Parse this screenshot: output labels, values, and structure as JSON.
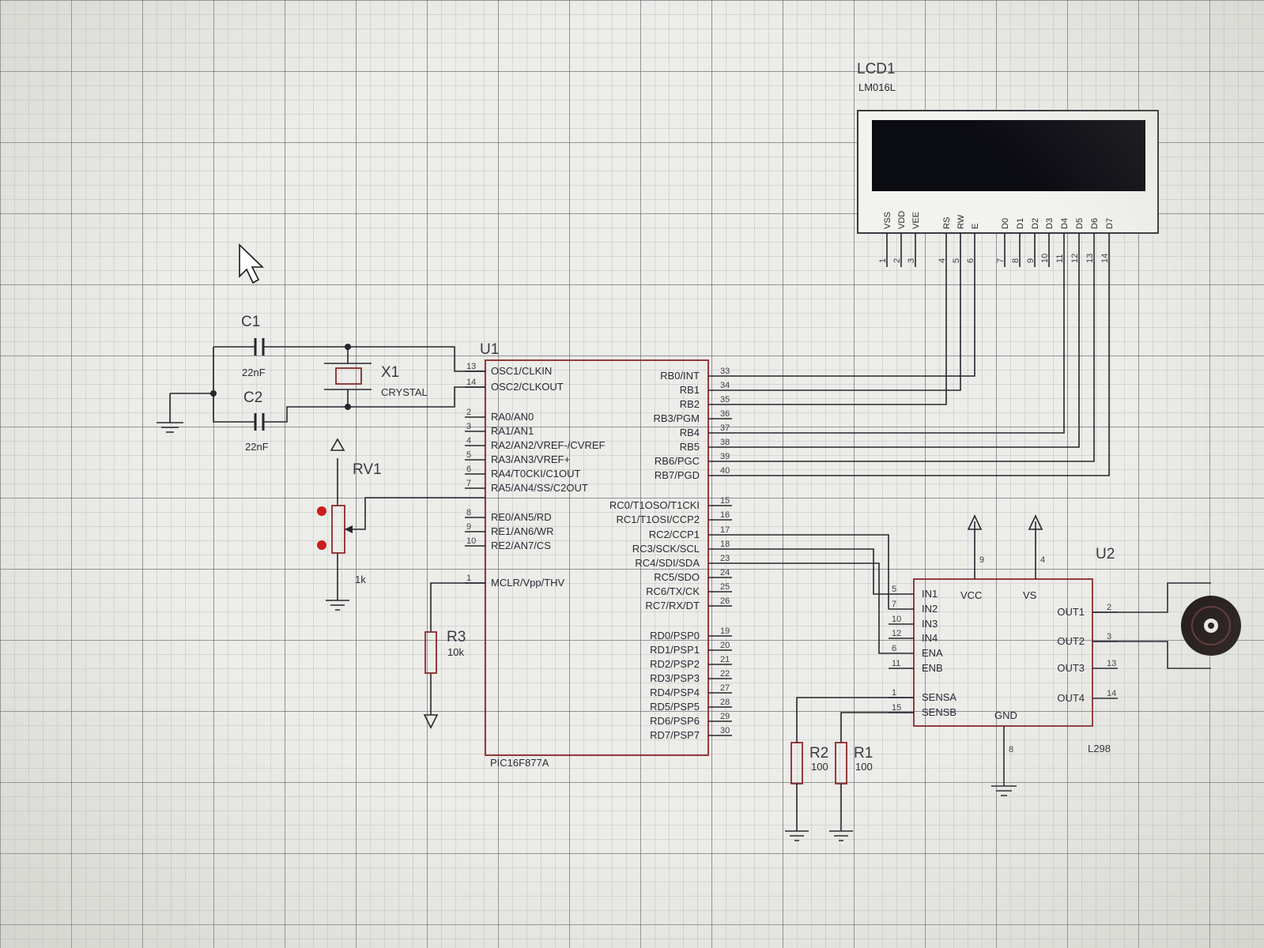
{
  "lcd": {
    "ref": "LCD1",
    "part": "LM016L",
    "pins": [
      "VSS",
      "VDD",
      "VEE",
      "RS",
      "RW",
      "E",
      "D0",
      "D1",
      "D2",
      "D3",
      "D4",
      "D5",
      "D6",
      "D7"
    ],
    "pin_numbers": [
      "1",
      "2",
      "3",
      "4",
      "5",
      "6",
      "7",
      "8",
      "9",
      "10",
      "11",
      "12",
      "13",
      "14"
    ]
  },
  "c1": {
    "ref": "C1",
    "value": "22nF"
  },
  "c2": {
    "ref": "C2",
    "value": "22nF"
  },
  "x1": {
    "ref": "X1",
    "value": "CRYSTAL"
  },
  "rv1": {
    "ref": "RV1",
    "value": "1k"
  },
  "r3": {
    "ref": "R3",
    "value": "10k"
  },
  "r1": {
    "ref": "R1",
    "value": "100"
  },
  "r2": {
    "ref": "R2",
    "value": "100"
  },
  "u1": {
    "ref": "U1",
    "part": "PIC16F877A",
    "left_pins": [
      {
        "num": "13",
        "name": "OSC1/CLKIN"
      },
      {
        "num": "14",
        "name": "OSC2/CLKOUT"
      },
      {
        "num": "2",
        "name": "RA0/AN0"
      },
      {
        "num": "3",
        "name": "RA1/AN1"
      },
      {
        "num": "4",
        "name": "RA2/AN2/VREF-/CVREF"
      },
      {
        "num": "5",
        "name": "RA3/AN3/VREF+"
      },
      {
        "num": "6",
        "name": "RA4/T0CKI/C1OUT"
      },
      {
        "num": "7",
        "name": "RA5/AN4/SS/C2OUT"
      },
      {
        "num": "8",
        "name": "RE0/AN5/RD"
      },
      {
        "num": "9",
        "name": "RE1/AN6/WR"
      },
      {
        "num": "10",
        "name": "RE2/AN7/CS"
      },
      {
        "num": "1",
        "name": "MCLR/Vpp/THV"
      }
    ],
    "right_pins": [
      {
        "num": "33",
        "name": "RB0/INT"
      },
      {
        "num": "34",
        "name": "RB1"
      },
      {
        "num": "35",
        "name": "RB2"
      },
      {
        "num": "36",
        "name": "RB3/PGM"
      },
      {
        "num": "37",
        "name": "RB4"
      },
      {
        "num": "38",
        "name": "RB5"
      },
      {
        "num": "39",
        "name": "RB6/PGC"
      },
      {
        "num": "40",
        "name": "RB7/PGD"
      },
      {
        "num": "15",
        "name": "RC0/T1OSO/T1CKI"
      },
      {
        "num": "16",
        "name": "RC1/T1OSI/CCP2"
      },
      {
        "num": "17",
        "name": "RC2/CCP1"
      },
      {
        "num": "18",
        "name": "RC3/SCK/SCL"
      },
      {
        "num": "23",
        "name": "RC4/SDI/SDA"
      },
      {
        "num": "24",
        "name": "RC5/SDO"
      },
      {
        "num": "25",
        "name": "RC6/TX/CK"
      },
      {
        "num": "26",
        "name": "RC7/RX/DT"
      },
      {
        "num": "19",
        "name": "RD0/PSP0"
      },
      {
        "num": "20",
        "name": "RD1/PSP1"
      },
      {
        "num": "21",
        "name": "RD2/PSP2"
      },
      {
        "num": "22",
        "name": "RD3/PSP3"
      },
      {
        "num": "27",
        "name": "RD4/PSP4"
      },
      {
        "num": "28",
        "name": "RD5/PSP5"
      },
      {
        "num": "29",
        "name": "RD6/PSP6"
      },
      {
        "num": "30",
        "name": "RD7/PSP7"
      }
    ]
  },
  "u2": {
    "ref": "U2",
    "part": "L298",
    "left_pins": [
      {
        "num": "5",
        "name": "IN1"
      },
      {
        "num": "7",
        "name": "IN2"
      },
      {
        "num": "10",
        "name": "IN3"
      },
      {
        "num": "12",
        "name": "IN4"
      },
      {
        "num": "6",
        "name": "ENA"
      },
      {
        "num": "11",
        "name": "ENB"
      },
      {
        "num": "1",
        "name": "SENSA"
      },
      {
        "num": "15",
        "name": "SENSB"
      }
    ],
    "right_pins": [
      {
        "num": "2",
        "name": "OUT1"
      },
      {
        "num": "3",
        "name": "OUT2"
      },
      {
        "num": "13",
        "name": "OUT3"
      },
      {
        "num": "14",
        "name": "OUT4"
      }
    ],
    "top_pins": [
      {
        "num": "9",
        "name": "VCC"
      },
      {
        "num": "4",
        "name": "VS"
      }
    ],
    "bottom_pins": [
      {
        "num": "8",
        "name": "GND"
      }
    ]
  },
  "colors": {
    "wire": "#26262e",
    "component_body": "#8a2a2a",
    "lcd_screen": "#0b0b12",
    "pin_marker": "#cc1b1b",
    "motor": "#1a1212"
  }
}
